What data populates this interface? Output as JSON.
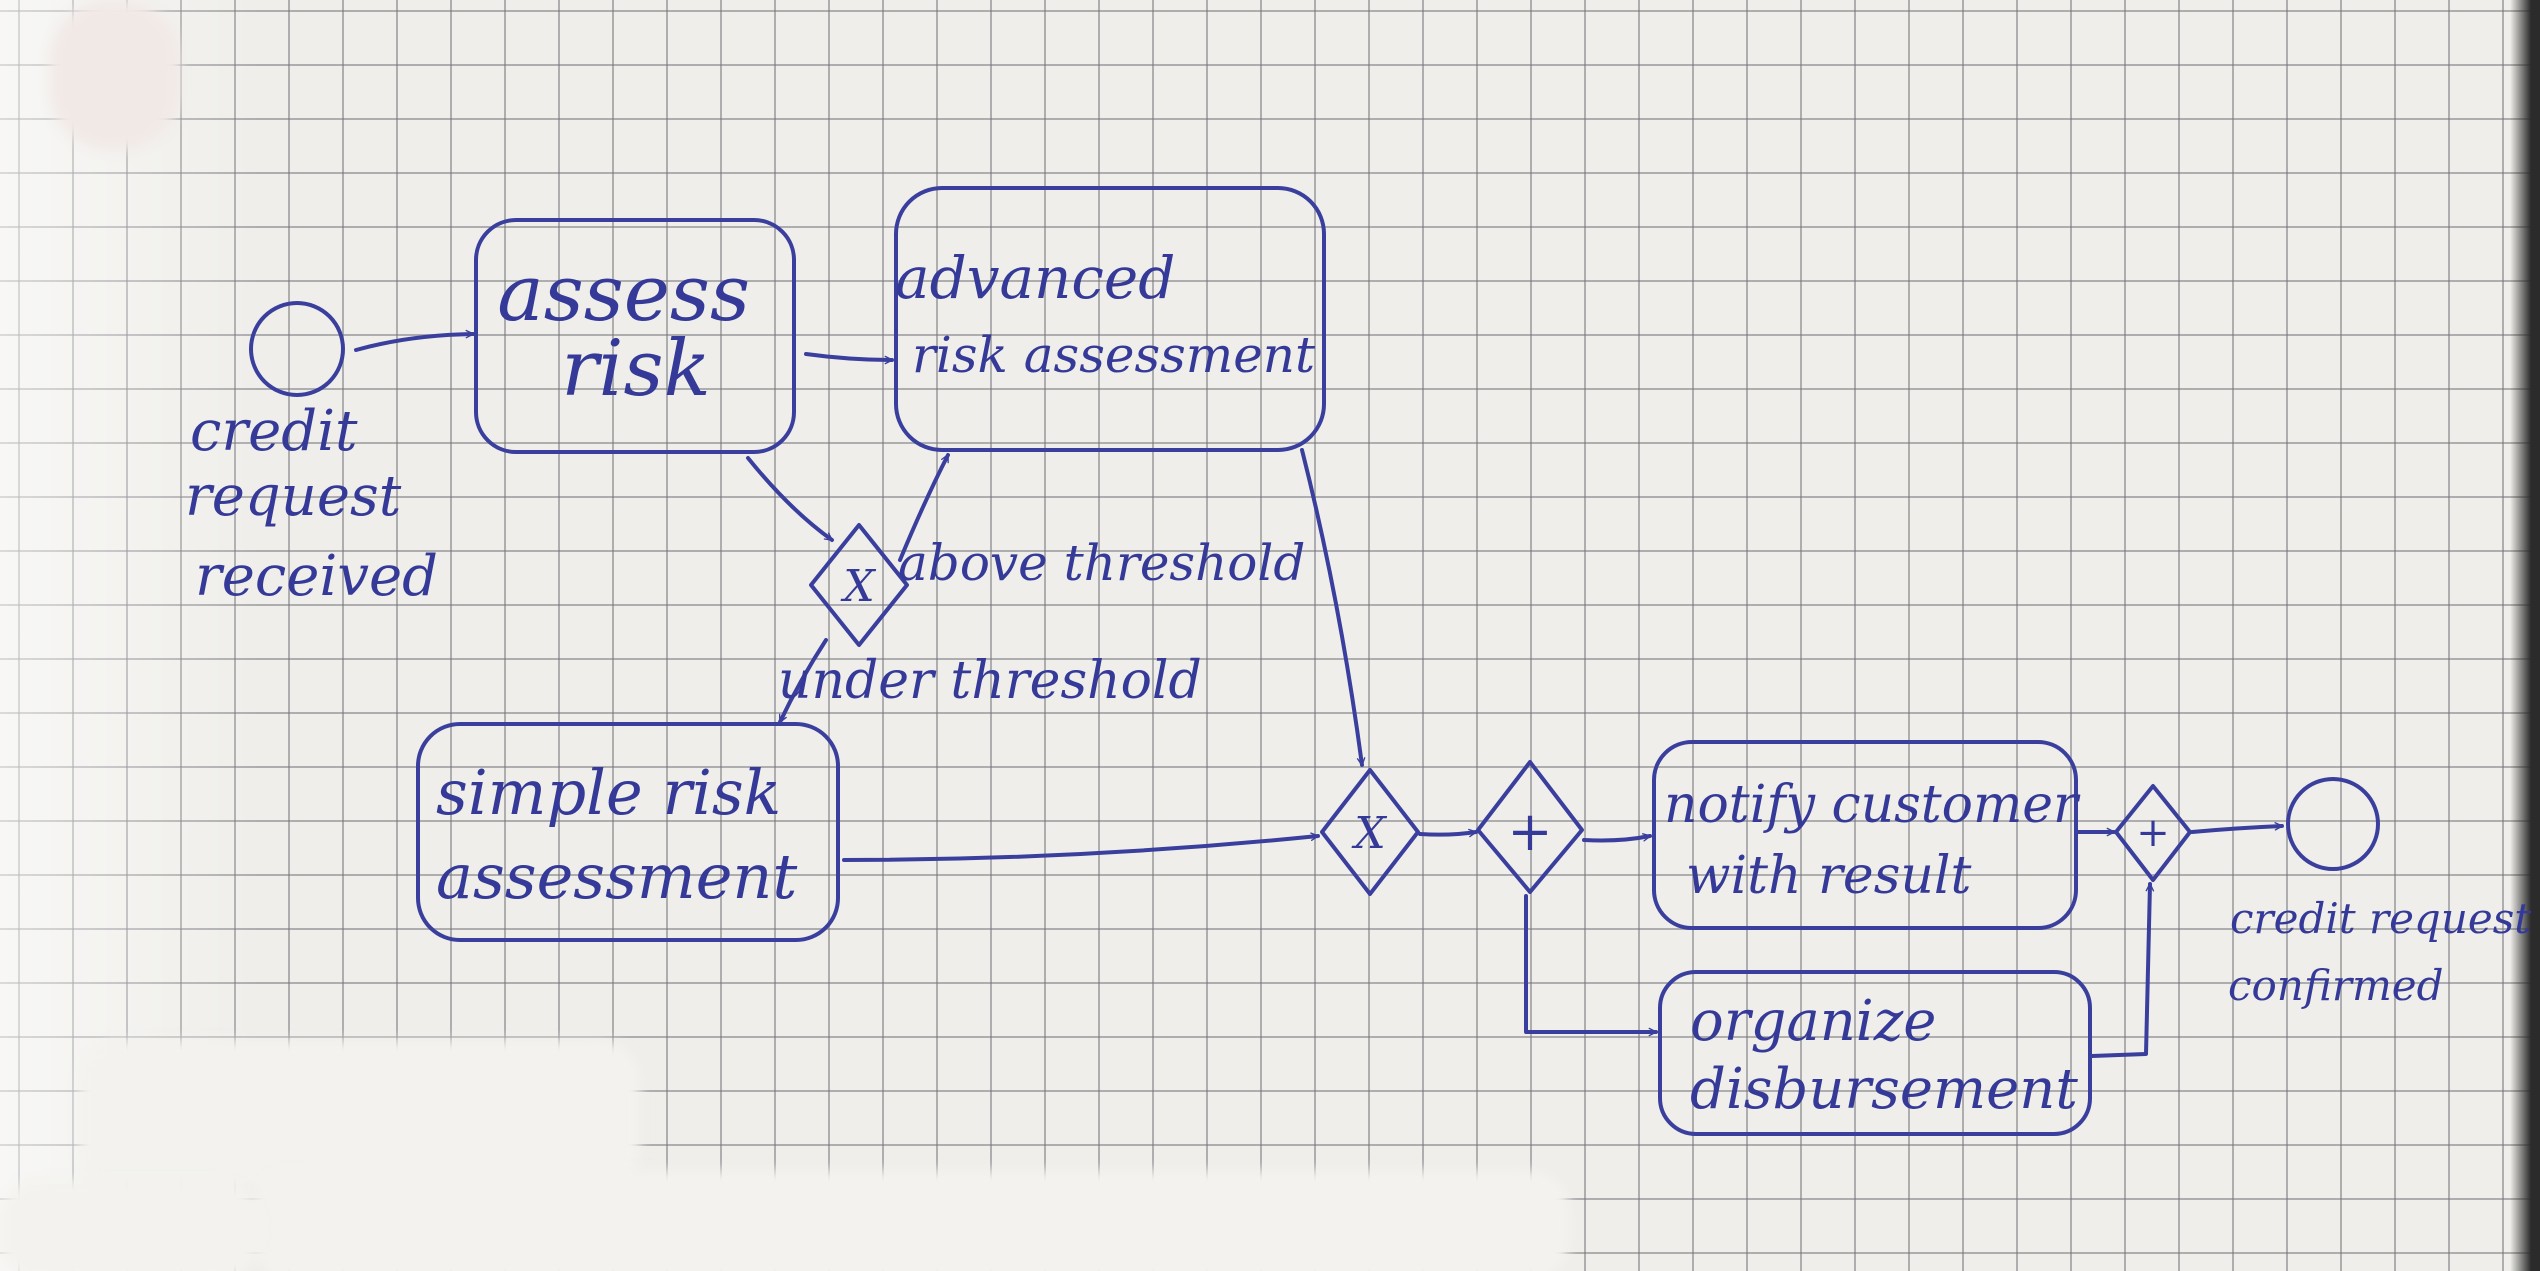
{
  "diagram": {
    "start_event": {
      "label_lines": [
        "credit",
        "request",
        "received"
      ]
    },
    "end_event": {
      "label_lines": [
        "credit request",
        "confirmed"
      ]
    },
    "tasks": {
      "assess_risk": [
        "assess",
        "risk"
      ],
      "advanced": [
        "advanced",
        "risk assessment"
      ],
      "simple": [
        "simple risk",
        "assessment"
      ],
      "notify": [
        "notify customer",
        "with result"
      ],
      "organize": [
        "organize",
        "disbursement"
      ]
    },
    "gateways": {
      "risk_split": "X",
      "risk_merge": "X",
      "parallel_split": "+",
      "parallel_join": "+"
    },
    "flow_labels": {
      "above": "above threshold",
      "under": "under threshold"
    },
    "ink_color": "#3a3f9e"
  }
}
